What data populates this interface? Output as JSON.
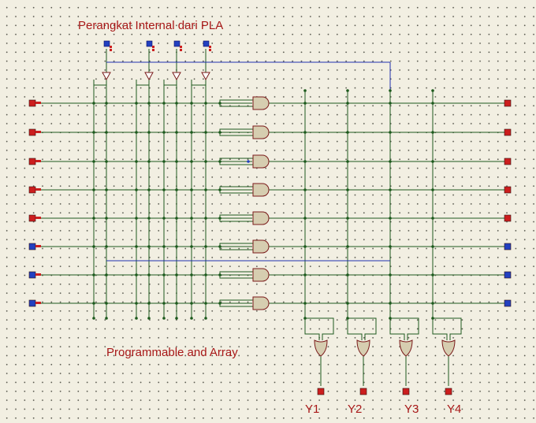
{
  "diagram": {
    "title": "Perangkat Internal dari PLA",
    "subtitle": "Programmable and Array",
    "outputs": [
      {
        "label": "Y1"
      },
      {
        "label": "Y2"
      },
      {
        "label": "Y3"
      },
      {
        "label": "Y4"
      }
    ],
    "input_states": [
      "1",
      "1",
      "1",
      "1",
      "1",
      "0",
      "0",
      "0"
    ],
    "output_states": [
      "1",
      "1",
      "1",
      "1",
      "1",
      "0",
      "0",
      "0"
    ],
    "colors": {
      "background": "#f2efe2",
      "wire": "#1d5a1d",
      "bus": "#2030b0",
      "gate_fill": "#d6cdb0",
      "gate_stroke": "#7a1a1a",
      "logic_high": "#cc1e1e",
      "logic_low": "#2240c0",
      "label": "#a81818"
    }
  }
}
